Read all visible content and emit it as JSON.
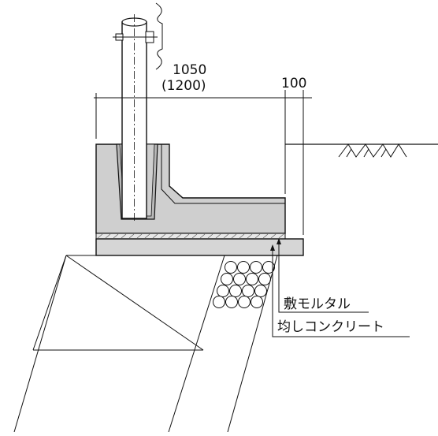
{
  "dimensions": {
    "height_primary": "1050",
    "height_alt": "(1200)",
    "offset": "100"
  },
  "labels": {
    "bedding_mortar": "敷モルタル",
    "leveling_concrete": "均しコンクリート"
  },
  "colors": {
    "concrete": "#cfcfcf",
    "concrete_dark": "#a8a8a8",
    "line": "#111111"
  }
}
